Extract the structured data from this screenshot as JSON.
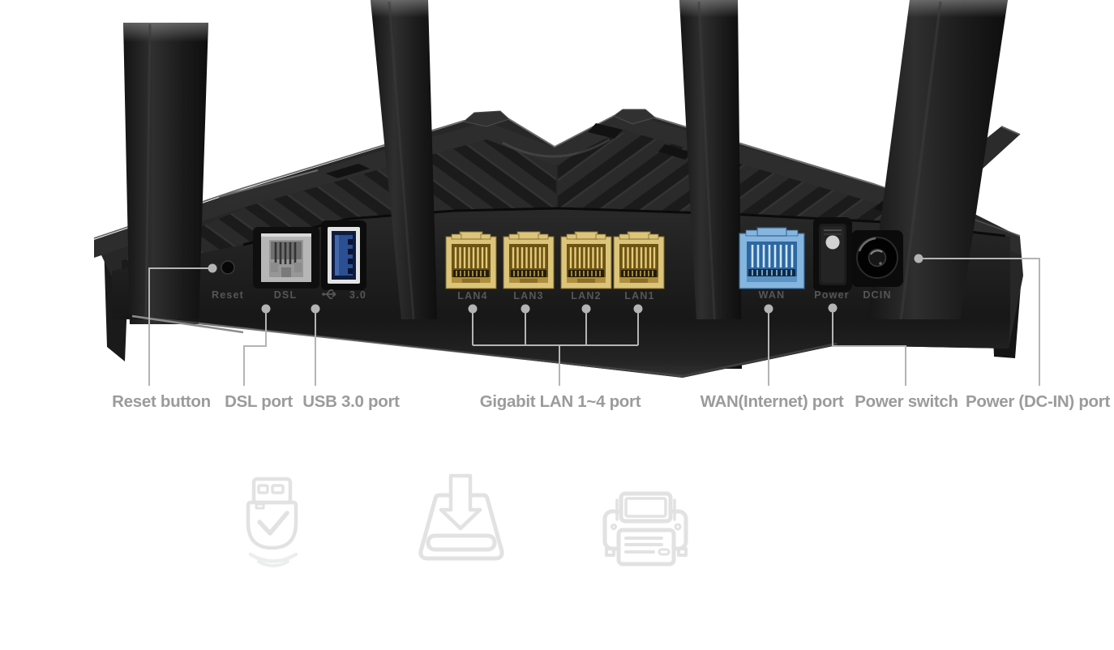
{
  "device": {
    "description": "Rear panel of a black wireless DSL modem router with four antennas",
    "panel_labels": {
      "reset": "Reset",
      "dsl": "DSL",
      "usb": "3.0",
      "lan4": "LAN4",
      "lan3": "LAN3",
      "lan2": "LAN2",
      "lan1": "LAN1",
      "wan": "WAN",
      "power": "Power",
      "dcin": "DCIN"
    }
  },
  "callouts": {
    "reset": "Reset button",
    "dsl": "DSL port",
    "usb": "USB 3.0 port",
    "lan": "Gigabit LAN 1~4 port",
    "wan": "WAN(Internet) port",
    "power": "Power switch",
    "dcin": "Power (DC-IN) port"
  },
  "footer_icons": [
    {
      "name": "usb-drive-check-icon",
      "meaning": "USB storage ready"
    },
    {
      "name": "storage-download-icon",
      "meaning": "download to storage"
    },
    {
      "name": "printer-icon",
      "meaning": "printer sharing"
    }
  ],
  "colors": {
    "body": "#262626",
    "lan_port": "#dcc47a",
    "wan_port": "#85b6e0",
    "usb_port": "#2b4f92",
    "dsl_port": "#b6b6b6",
    "leader_line": "#b4b4b4",
    "callout_text": "#9b9b9b",
    "footer_icon": "#e2e2e2"
  }
}
